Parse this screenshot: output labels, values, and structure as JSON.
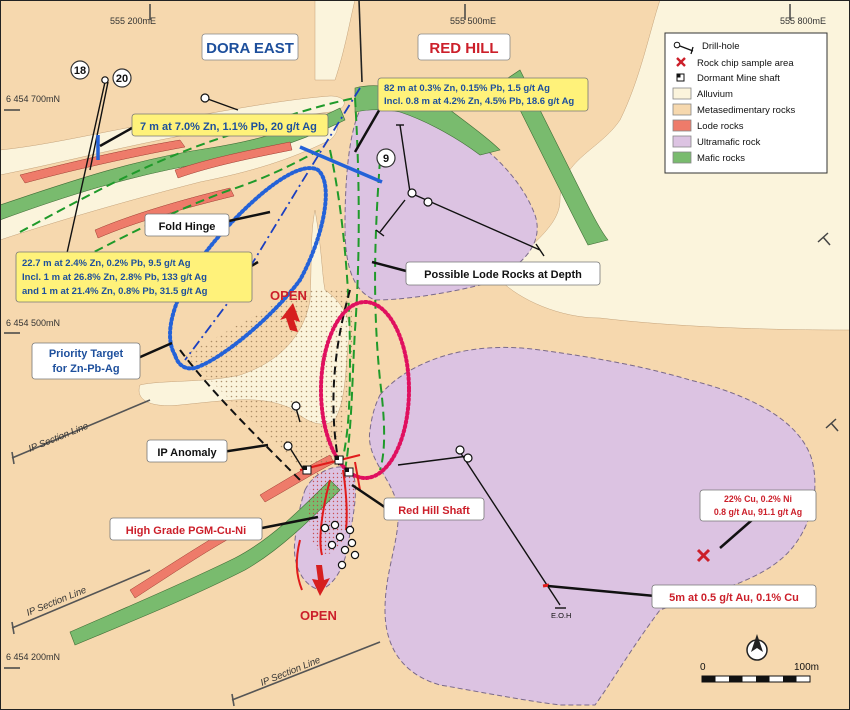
{
  "grid": {
    "eastings": [
      "555 200mE",
      "555 500mE",
      "555 800mE"
    ],
    "northings": [
      "6 454 700mN",
      "6 454 500mN",
      "6 454 200mN"
    ]
  },
  "area_labels": {
    "dora_east": "DORA EAST",
    "red_hill": "RED HILL"
  },
  "legend": {
    "items": [
      {
        "label": "Drill-hole",
        "symbol": "drillhole"
      },
      {
        "label": "Rock chip sample area",
        "symbol": "cross",
        "color": "#cc1f2a"
      },
      {
        "label": "Dormant Mine shaft",
        "symbol": "shaft"
      },
      {
        "label": "Alluvium",
        "symbol": "swatch",
        "color": "#fbf4dc"
      },
      {
        "label": "Metasedimentary rocks",
        "symbol": "swatch",
        "color": "#f6d8ae"
      },
      {
        "label": "Lode rocks",
        "symbol": "swatch",
        "color": "#ee7b6a"
      },
      {
        "label": "Ultramafic rock",
        "symbol": "swatch",
        "color": "#dcc3e2"
      },
      {
        "label": "Mafic rocks",
        "symbol": "swatch",
        "color": "#79bb6e"
      }
    ]
  },
  "callouts": {
    "red_hill_intercept": [
      "82 m at 0.3% Zn, 0.15% Pb, 1.5 g/t Ag",
      "Incl. 0.8 m at 4.2% Zn, 4.5% Pb, 18.6 g/t Ag"
    ],
    "dora_intercept_top": [
      "7 m at 7.0% Zn, 1.1% Pb, 20 g/t Ag"
    ],
    "dora_intercept_main": [
      "22.7 m at 2.4% Zn, 0.2% Pb, 9.5 g/t Ag",
      "Incl. 1 m at 26.8% Zn, 2.8% Pb, 133 g/t Ag",
      "and 1 m at 21.4% Zn, 0.8% Pb, 31.5 g/t Ag"
    ],
    "fold_hinge": "Fold Hinge",
    "lode_depth": "Possible Lode Rocks at Depth",
    "priority_target": [
      "Priority Target",
      "for Zn-Pb-Ag"
    ],
    "ip_anomaly": "IP Anomaly",
    "red_hill_shaft": "Red Hill Shaft",
    "pgm": "High Grade PGM-Cu-Ni",
    "rock_chip": [
      "22% Cu, 0.2% Ni",
      "0.8 g/t Au, 91.1 g/t Ag"
    ],
    "au_intercept": "5m at 0.5 g/t Au, 0.1% Cu"
  },
  "labels": {
    "open_north": "OPEN",
    "open_south": "OPEN",
    "eoh": "E.O.H",
    "hole_18": "18",
    "hole_20": "20",
    "hole_9": "9",
    "ip_section_line": "IP Section Line",
    "north": "N"
  },
  "scale_bar": {
    "start": "0",
    "end": "100m"
  },
  "colors": {
    "alluvium": "#fbf4dc",
    "metasediment": "#f6d8ae",
    "lode": "#ee7b6a",
    "ultramafic": "#dcc3e2",
    "mafic": "#79bb6e",
    "callout_fill": "#fff27a",
    "callout_text": "#1d4f9c",
    "red_text": "#cc1f2a"
  }
}
